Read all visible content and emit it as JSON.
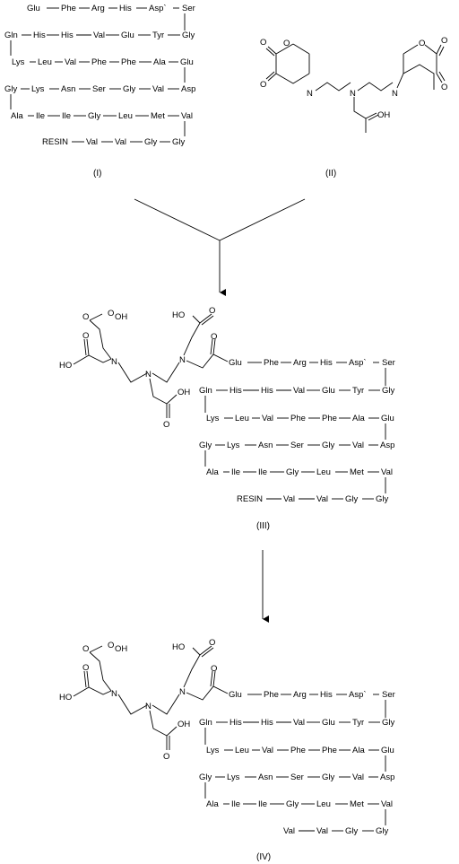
{
  "structures": {
    "I": {
      "label": "(I)",
      "rows": [
        [
          "Glu",
          "Phe",
          "Arg",
          "His",
          "Asp`",
          "Ser"
        ],
        [
          "Gln",
          "His",
          "His",
          "Val",
          "Glu",
          "Tyr",
          "Gly"
        ],
        [
          "Lys",
          "Leu",
          "Val",
          "Phe",
          "Phe",
          "Ala",
          "Glu"
        ],
        [
          "Gly",
          "Lys",
          "Asn",
          "Ser",
          "Gly",
          "Val",
          "Asp"
        ],
        [
          "Ala",
          "Ile",
          "Ile",
          "Gly",
          "Leu",
          "Met",
          "Val"
        ],
        [
          "RESIN",
          "Val",
          "Val",
          "Gly",
          "Gly"
        ]
      ]
    },
    "II": {
      "label": "(II)",
      "atoms": {
        "o": "O",
        "n": "N",
        "oh": "OH"
      }
    },
    "III": {
      "label": "(III)",
      "atoms": {
        "ho": "HO",
        "oh": "OH",
        "n": "N",
        "o": "O"
      },
      "rows": [
        [
          "Glu",
          "Phe",
          "Arg",
          "His",
          "Asp`",
          "Ser"
        ],
        [
          "Gln",
          "His",
          "His",
          "Val",
          "Glu",
          "Tyr",
          "Gly"
        ],
        [
          "Lys",
          "Leu",
          "Val",
          "Phe",
          "Phe",
          "Ala",
          "Glu"
        ],
        [
          "Gly",
          "Lys",
          "Asn",
          "Ser",
          "Gly",
          "Val",
          "Asp"
        ],
        [
          "Ala",
          "Ile",
          "Ile",
          "Gly",
          "Leu",
          "Met",
          "Val"
        ],
        [
          "RESIN",
          "Val",
          "Val",
          "Gly",
          "Gly"
        ]
      ]
    },
    "IV": {
      "label": "(IV)",
      "atoms": {
        "ho": "HO",
        "oh": "OH",
        "n": "N",
        "o": "O"
      },
      "rows": [
        [
          "Glu",
          "Phe",
          "Arg",
          "His",
          "Asp`",
          "Ser"
        ],
        [
          "Gln",
          "His",
          "His",
          "Val",
          "Glu",
          "Tyr",
          "Gly"
        ],
        [
          "Lys",
          "Leu",
          "Val",
          "Phe",
          "Phe",
          "Ala",
          "Glu"
        ],
        [
          "Gly",
          "Lys",
          "Asn",
          "Ser",
          "Gly",
          "Val",
          "Asp"
        ],
        [
          "Ala",
          "Ile",
          "Ile",
          "Gly",
          "Leu",
          "Met",
          "Val"
        ],
        [
          "Val",
          "Val",
          "Gly",
          "Gly"
        ]
      ]
    }
  }
}
